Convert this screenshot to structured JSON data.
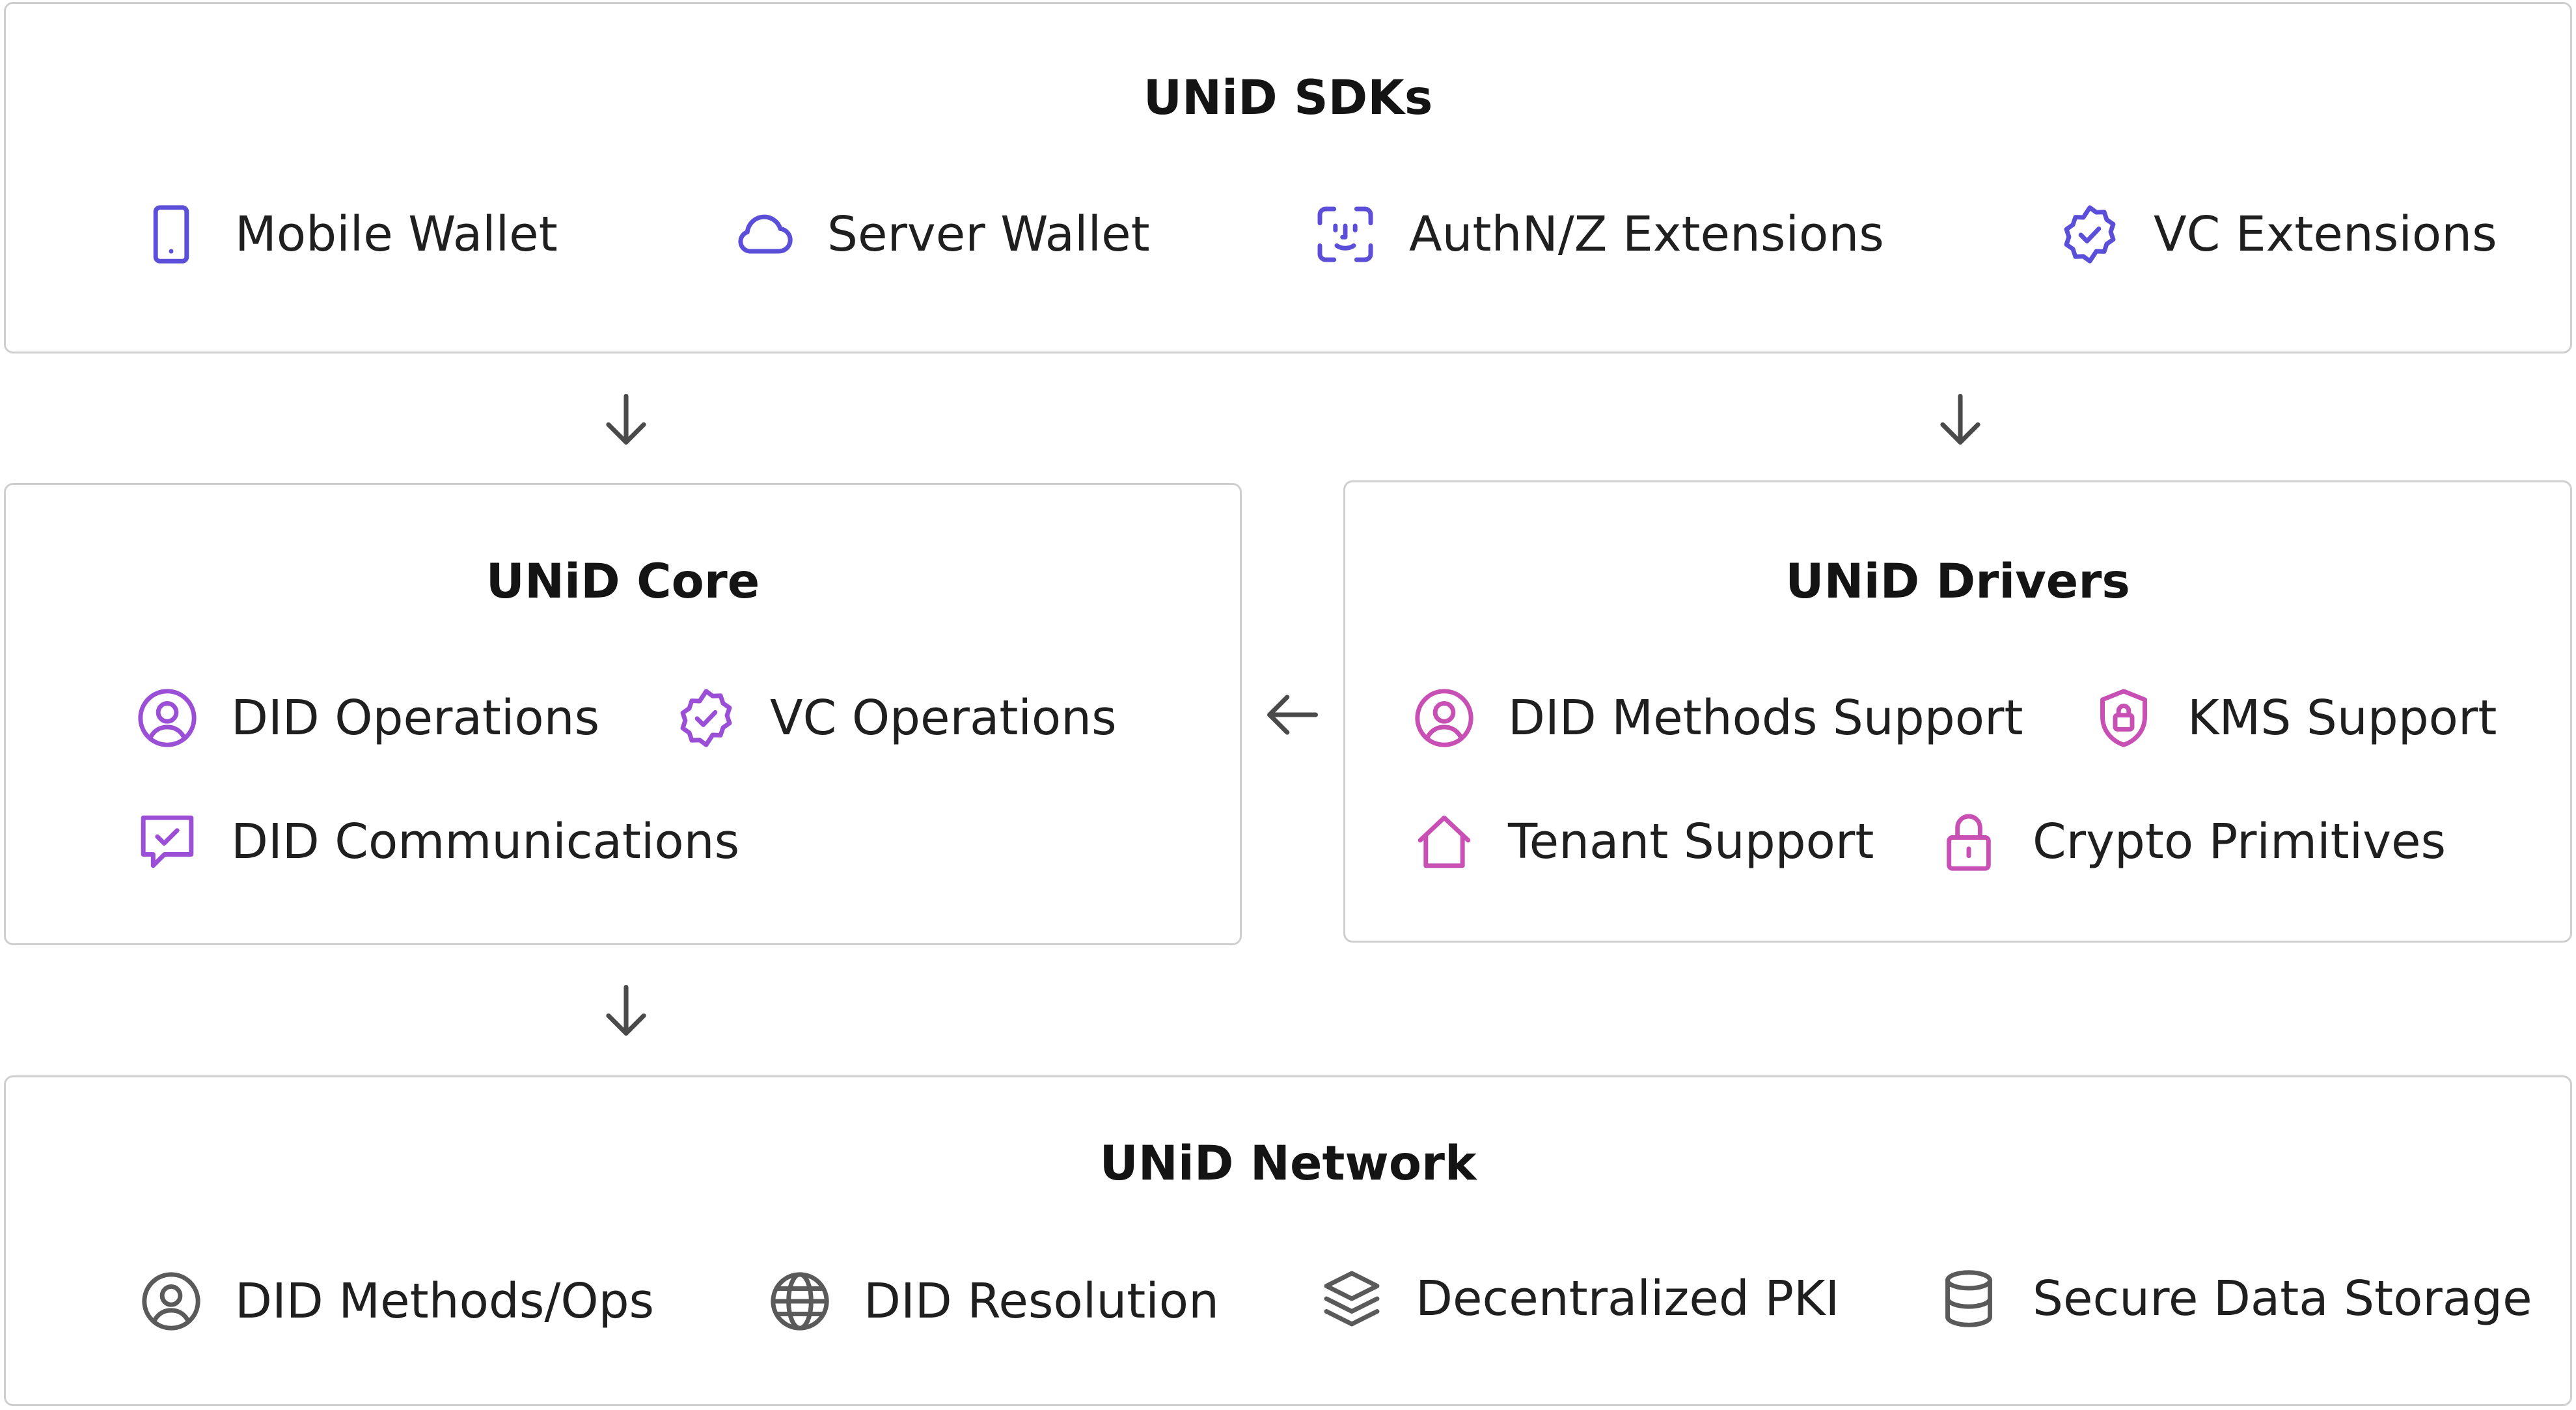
{
  "sdks": {
    "title": "UNiD SDKs",
    "items": [
      {
        "label": "Mobile Wallet",
        "icon": "mobile-phone-icon"
      },
      {
        "label": "Server Wallet",
        "icon": "cloud-icon"
      },
      {
        "label": "AuthN/Z Extensions",
        "icon": "face-id-icon"
      },
      {
        "label": "VC Extensions",
        "icon": "verified-badge-icon"
      }
    ]
  },
  "core": {
    "title": "UNiD Core",
    "items": [
      {
        "label": "DID Operations",
        "icon": "user-circle-icon"
      },
      {
        "label": "VC Operations",
        "icon": "verified-badge-icon"
      },
      {
        "label": "DID Communications",
        "icon": "chat-check-icon"
      }
    ]
  },
  "drivers": {
    "title": "UNiD Drivers",
    "items": [
      {
        "label": "DID Methods Support",
        "icon": "user-circle-icon"
      },
      {
        "label": "KMS Support",
        "icon": "shield-lock-icon"
      },
      {
        "label": "Tenant Support",
        "icon": "home-icon"
      },
      {
        "label": "Crypto Primitives",
        "icon": "padlock-icon"
      }
    ]
  },
  "network": {
    "title": "UNiD Network",
    "items": [
      {
        "label": "DID Methods/Ops",
        "icon": "user-circle-icon"
      },
      {
        "label": "DID Resolution",
        "icon": "globe-icon"
      },
      {
        "label": "Decentralized PKI",
        "icon": "layers-icon"
      },
      {
        "label": "Secure Data Storage",
        "icon": "database-icon"
      }
    ]
  },
  "colors": {
    "sdks_icon": "#5b4fd9",
    "core_icon": "#9b4fd6",
    "drivers_icon": "#c84fb4",
    "network_icon": "#5a5a5a",
    "border": "#cfcfcf",
    "arrow": "#4a4a4a"
  }
}
